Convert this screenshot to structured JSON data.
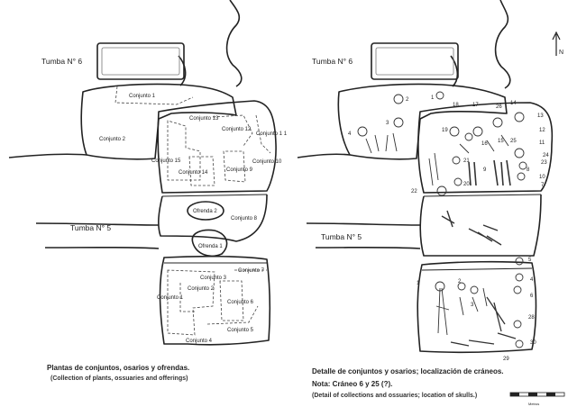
{
  "left_plan": {
    "tomb_6_label": "Tumba N° 6",
    "tomb_5_label": "Tumba N° 5",
    "conjuntos_upper": [
      "Conjunto 1",
      "Conjunto 2",
      "Conjunto 13",
      "Conjunto 12",
      "Conjunto 1 1",
      "Conjunto 15",
      "Conjunto 14",
      "Conjunto 9",
      "Conjunto 10"
    ],
    "ofrendas": [
      "Ofrenda 2",
      "Ofrenda 1"
    ],
    "conjunto_8": "Conjunto 8",
    "conjuntos_lower": [
      "Conjunto 3",
      "Conjunto 7",
      "Conjunto 2",
      "Conjunto 1",
      "Conjunto 6",
      "Conjunto 5",
      "Conjunto 4"
    ],
    "caption_es": "Plantas de conjuntos, osarios y ofrendas.",
    "caption_en": "(Collection of plants, ossuaries and offerings)"
  },
  "right_plan": {
    "tomb_6_label": "Tumba N° 6",
    "tomb_5_label": "Tumba N° 5",
    "skull_numbers": [
      "1",
      "2",
      "3",
      "4",
      "18",
      "17",
      "26",
      "14",
      "13",
      "19",
      "16",
      "15",
      "25",
      "12",
      "11",
      "21",
      "9",
      "8",
      "20",
      "22",
      "24",
      "23",
      "10",
      "7",
      "5",
      "1",
      "2",
      "3",
      "4",
      "6",
      "28",
      "30",
      "29"
    ],
    "caption_es": "Detalle de conjuntos y osarios; localización de cráneos.",
    "note": "Nota: Cráneo 6 y 25 (?).",
    "caption_en": "(Detail of collections and ossuaries; location  of skulls.)"
  },
  "north_label": "N",
  "scale_label": "Metros"
}
